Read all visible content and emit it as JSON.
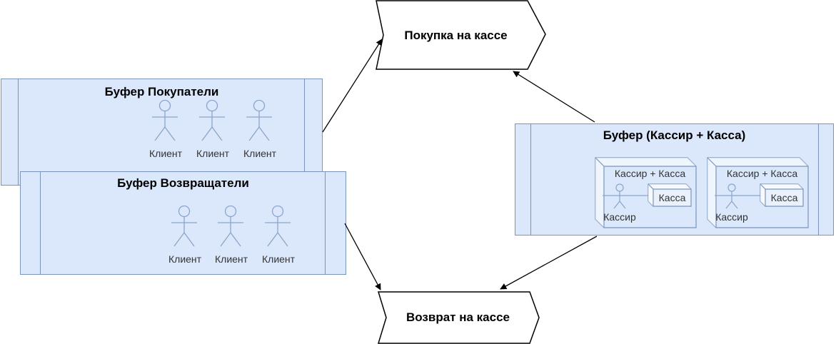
{
  "diagram": {
    "steps": {
      "purchase": {
        "label": "Покупка на кассе"
      },
      "refund": {
        "label": "Возврат на кассе"
      }
    },
    "buffers": {
      "buyers": {
        "title": "Буфер Покупатели",
        "actors": [
          {
            "label": "Клиент"
          },
          {
            "label": "Клиент"
          },
          {
            "label": "Клиент"
          }
        ]
      },
      "returners": {
        "title": "Буфер Возвращатели",
        "actors": [
          {
            "label": "Клиент"
          },
          {
            "label": "Клиент"
          },
          {
            "label": "Клиент"
          }
        ]
      },
      "cashiers": {
        "title": "Буфер (Кассир + Касса)",
        "units": [
          {
            "title": "Кассир + Касса",
            "cashier_label": "Кассир",
            "register_label": "Касса"
          },
          {
            "title": "Кассир + Касса",
            "cashier_label": "Кассир",
            "register_label": "Касса"
          }
        ]
      }
    },
    "colors": {
      "buffer_fill": "#dbe8fb",
      "buffer_stroke": "#7b94bc",
      "actor_stroke": "#8aa4cc",
      "step_fill": "#ffffff",
      "step_stroke": "#000000",
      "arrow": "#000000",
      "label_text": "#333333",
      "title_text": "#000000"
    }
  }
}
